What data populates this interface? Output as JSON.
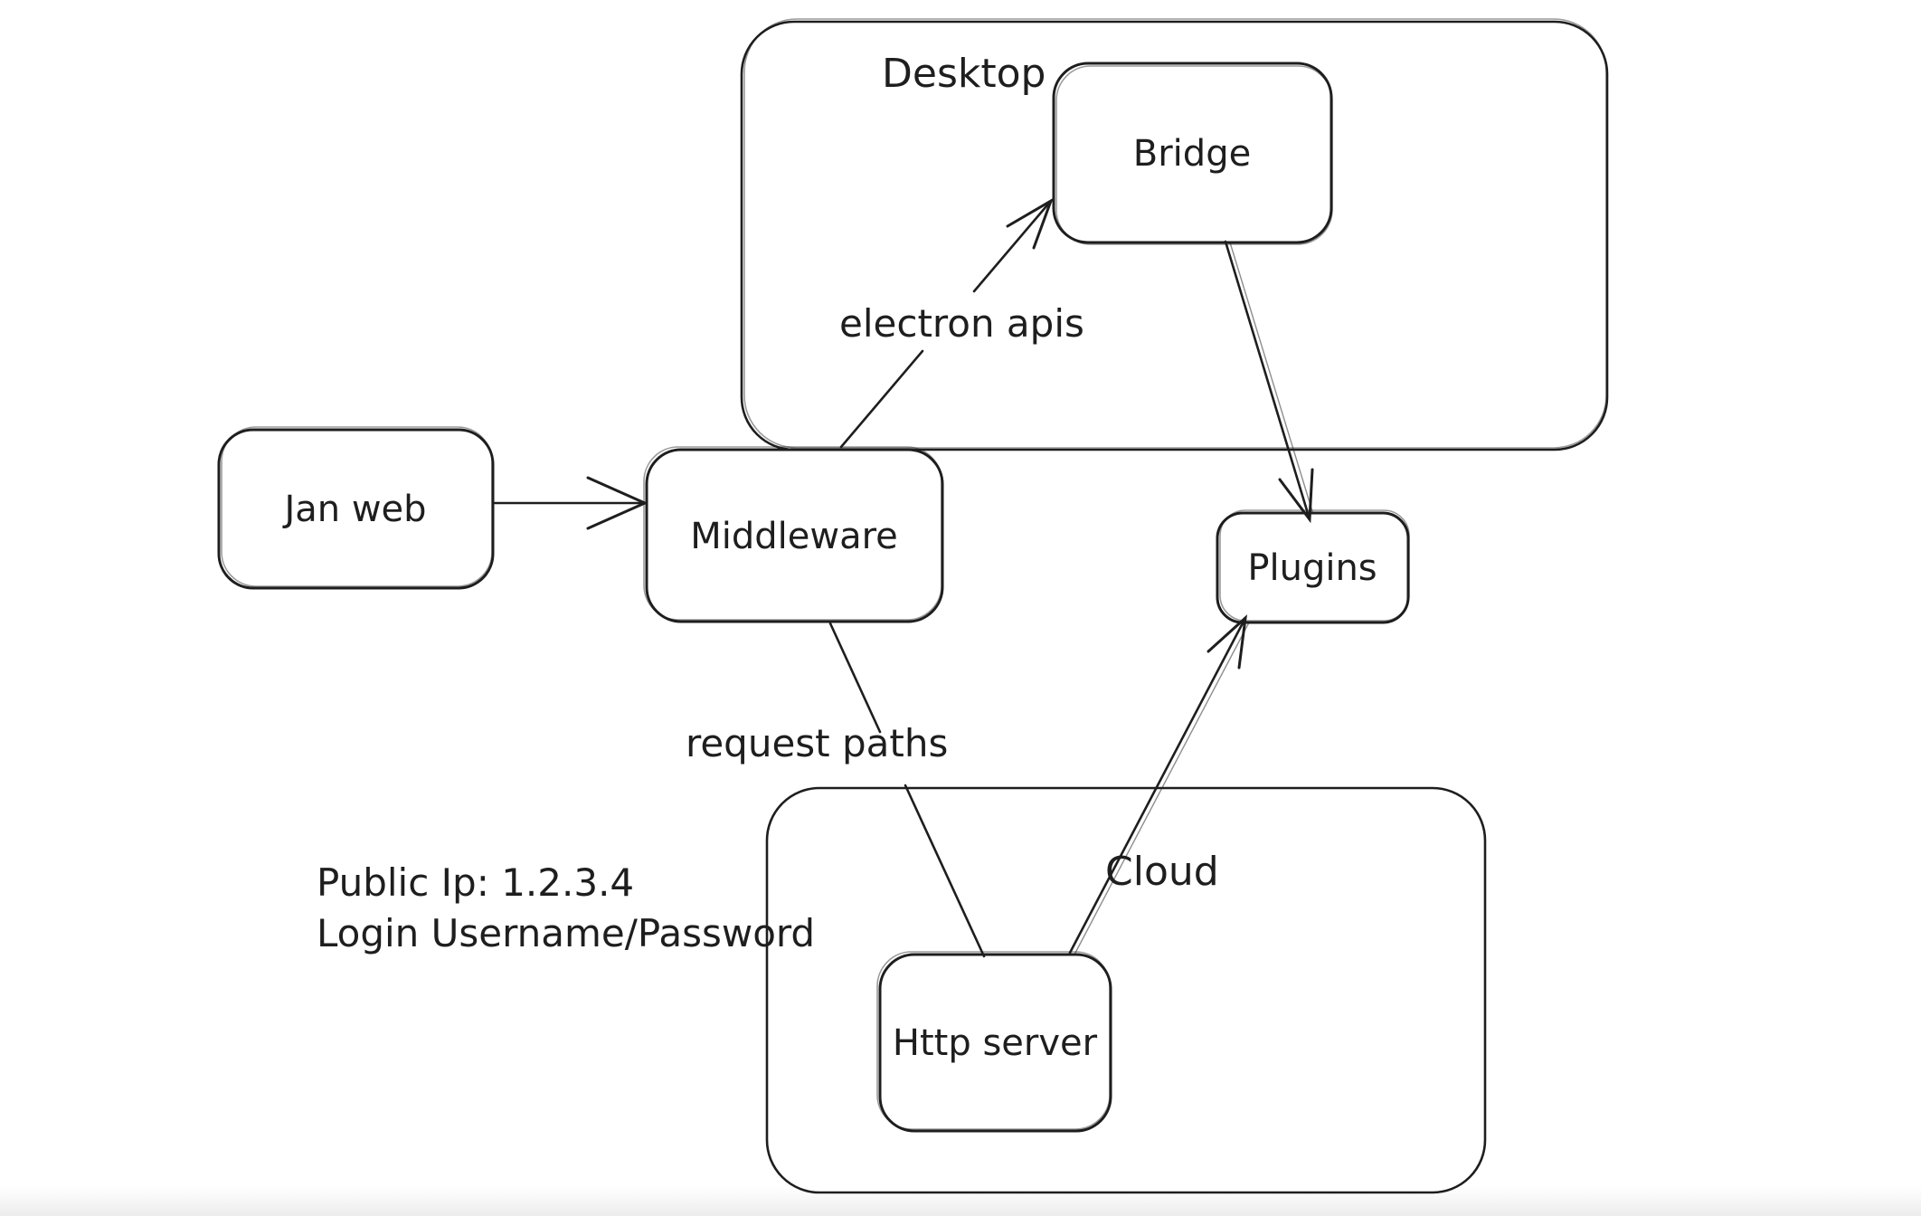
{
  "diagram": {
    "colors": {
      "stroke": "#1e1e1e",
      "background": "#ffffff",
      "bottom_band": "#ececec"
    },
    "containers": {
      "desktop": {
        "label": "Desktop"
      },
      "cloud": {
        "label": "Cloud"
      }
    },
    "nodes": {
      "jan_web": {
        "label": "Jan web"
      },
      "middleware": {
        "label": "Middleware"
      },
      "bridge": {
        "label": "Bridge"
      },
      "plugins": {
        "label": "Plugins"
      },
      "http_server": {
        "label": "Http server"
      }
    },
    "edges": {
      "janweb_to_middleware": {
        "from": "Jan web",
        "to": "Middleware",
        "label": ""
      },
      "middleware_to_bridge": {
        "from": "Middleware",
        "to": "Bridge",
        "label": "electron apis"
      },
      "bridge_to_plugins": {
        "from": "Bridge",
        "to": "Plugins",
        "label": ""
      },
      "middleware_to_httpserver": {
        "from": "Middleware",
        "to": "Http server",
        "label": "request paths"
      },
      "httpserver_to_plugins": {
        "from": "Http server",
        "to": "Plugins",
        "label": ""
      }
    },
    "annotations": {
      "public_ip": "Public Ip: 1.2.3.4",
      "login": "Login Username/Password"
    }
  }
}
